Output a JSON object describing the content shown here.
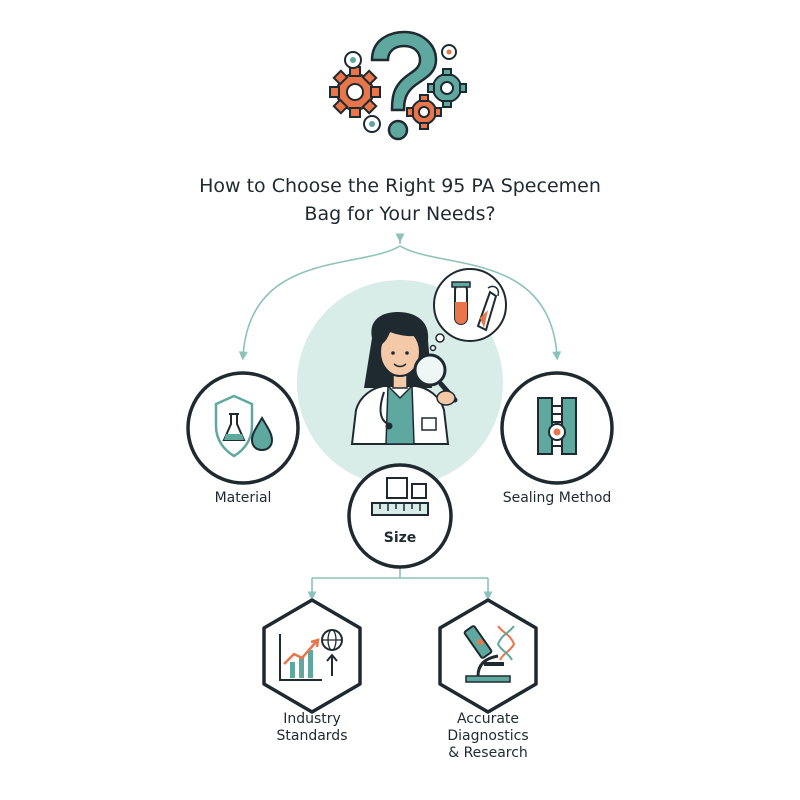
{
  "title": {
    "line1": "How to Choose the Right 95 PA Specemen",
    "line2": "Bag for Your Needs?"
  },
  "nodes": {
    "material": {
      "label": "Material",
      "icon": "shield-flask-drop-icon"
    },
    "size": {
      "label": "Size",
      "icon": "ruler-squares-icon"
    },
    "sealing": {
      "label": "Sealing Method",
      "icon": "zip-seal-icon"
    },
    "industry": {
      "line1": "Industry",
      "line2": "Standards",
      "icon": "growth-chart-globe-icon"
    },
    "diagnostics": {
      "line1": "Accurate",
      "line2": "Diagnostics",
      "line3": "& Research",
      "icon": "microscope-dna-icon"
    }
  },
  "hero": {
    "icon": "scientist-magnifier-icon",
    "bubble_icon": "test-tubes-icon"
  },
  "header_icon": "question-gears-icon",
  "colors": {
    "teal": "#5fa8a0",
    "teal_light": "#d8ece8",
    "navy": "#1f2a30",
    "orange": "#e9754a",
    "connector": "#8cc2ba"
  }
}
